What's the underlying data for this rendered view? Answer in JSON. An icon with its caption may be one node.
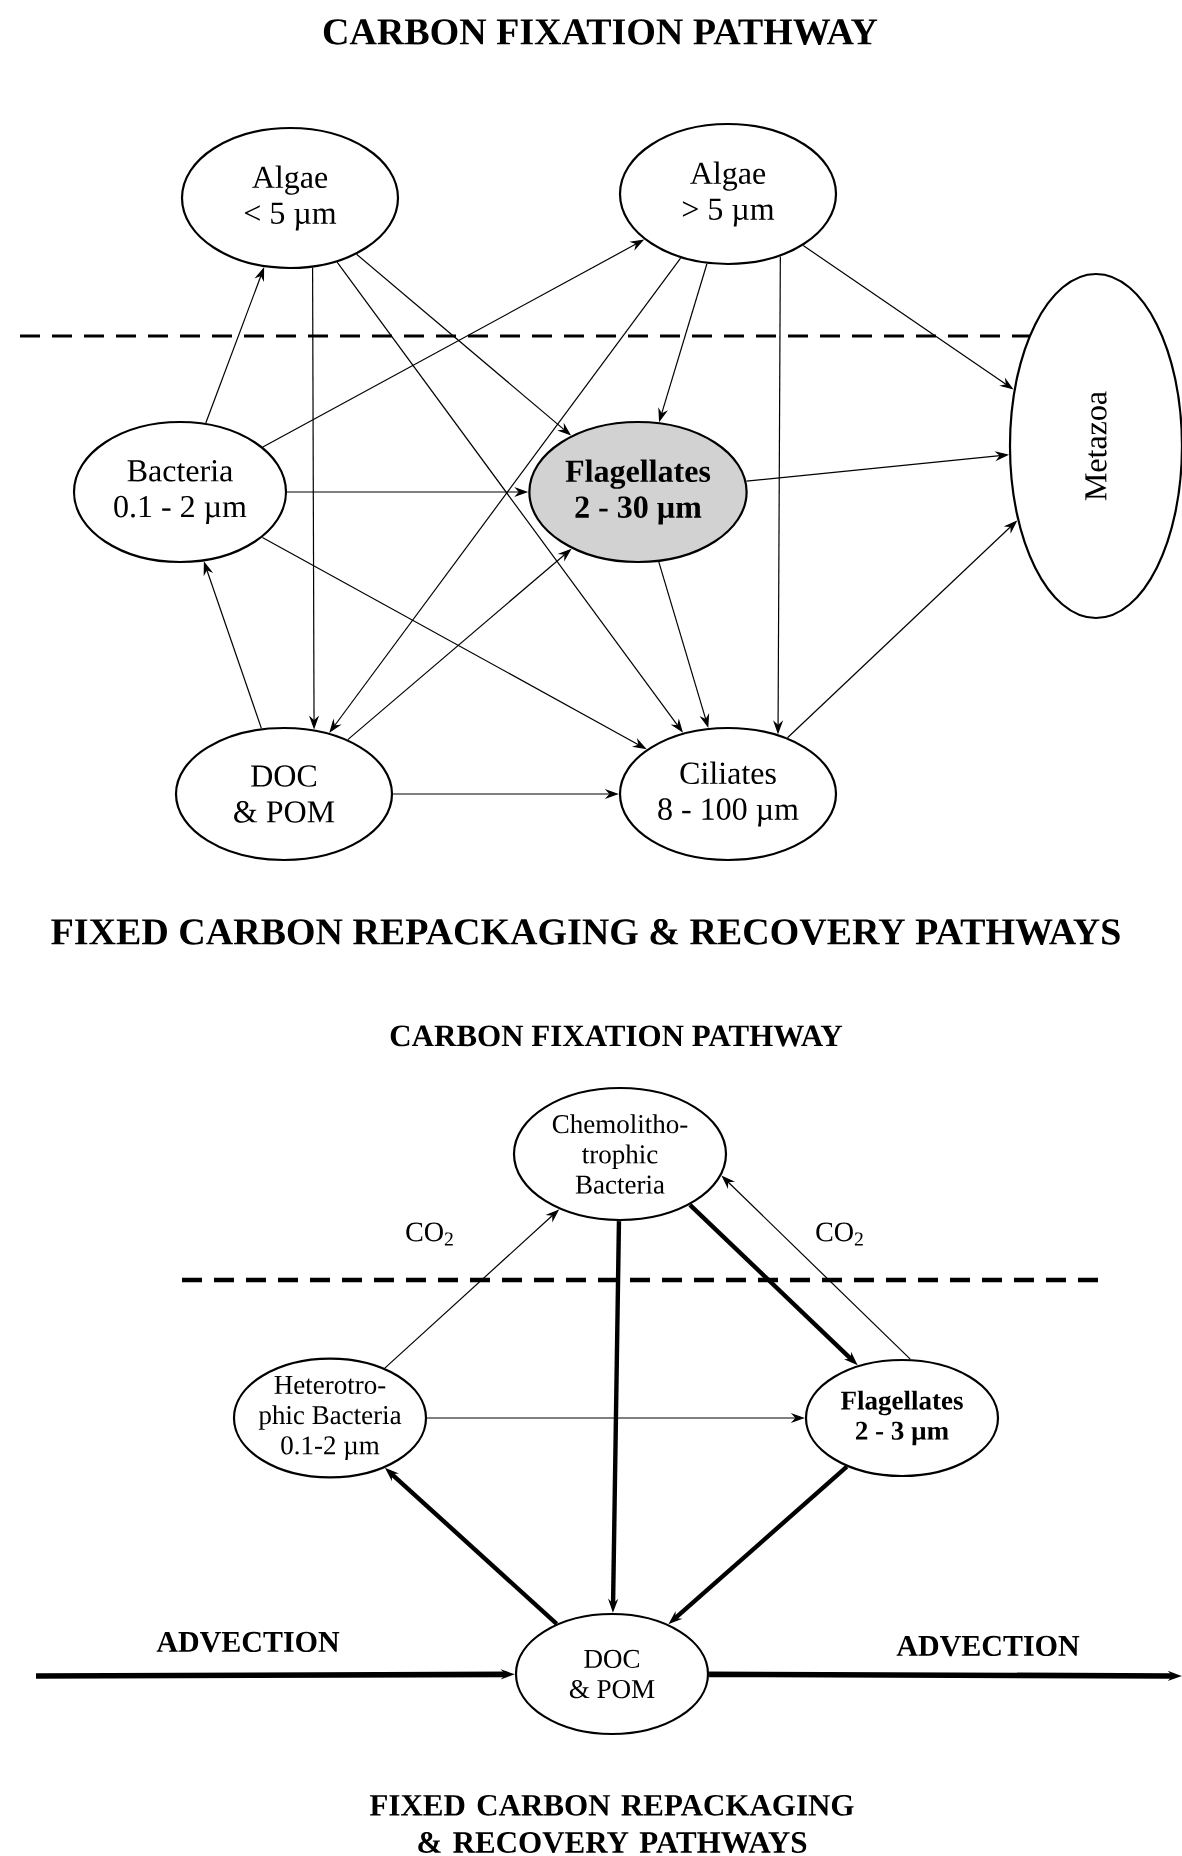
{
  "diagram": {
    "title": "CARBON FIXATION PATHWAY",
    "nodes": [
      {
        "text": [
          "Algae < 5 µm"
        ]
      },
      {
        "text": [
          "Algae > 5 µm"
        ]
      },
      {
        "text": [
          "Bacteria 0.1 - 2 µm"
        ]
      },
      {
        "text": [
          "Flagellates 2 - 30 µm"
        ]
      },
      {
        "text": [
          "Metazoa"
        ]
      },
      {
        "text": [
          "DOC & POM"
        ]
      },
      {
        "text": [
          "Ciliates 8 - 100 µm"
        ]
      },
      {
        "text": [
          "Chemolitho- trophic Bacteria"
        ]
      },
      {
        "text": [
          "Heterotro- phic Bacteria 0.1-2 µm"
        ]
      },
      {
        "text": [
          "Flagellates 2 - 3 µm"
        ]
      },
      {
        "text": [
          "DOC & POM"
        ]
      }
    ],
    "edges": [
      {
        "from": 2,
        "to": 0,
        "arrow": "to"
      },
      {
        "from": 2,
        "to": 1,
        "arrow": "to"
      },
      {
        "from": 0,
        "to": 3,
        "arrow": "to"
      },
      {
        "from": 0,
        "to": 5,
        "arrow": "to"
      },
      {
        "from": 0,
        "to": 6,
        "arrow": "to"
      },
      {
        "from": 1,
        "to": 3,
        "arrow": "to"
      },
      {
        "from": 1,
        "to": 5,
        "arrow": "to"
      },
      {
        "from": 1,
        "to": 6,
        "arrow": "to"
      },
      {
        "from": 1,
        "to": 4,
        "arrow": "to"
      },
      {
        "from": 2,
        "to": 3,
        "arrow": "to"
      },
      {
        "from": 2,
        "to": 6,
        "arrow": "to"
      },
      {
        "from": 3,
        "to": 4,
        "arrow": "to"
      },
      {
        "from": 3,
        "to": 6,
        "arrow": "to"
      },
      {
        "from": 5,
        "to": 2,
        "arrow": "to"
      },
      {
        "from": 5,
        "to": 3,
        "arrow": "to"
      },
      {
        "from": 5,
        "to": 6,
        "arrow": "to"
      },
      {
        "from": 6,
        "to": 4,
        "arrow": "to"
      },
      {
        "from": 8,
        "to": 7,
        "arrow": "to",
        "label": "CO$_{2}$"
      },
      {
        "from": 7,
        "to": 10,
        "arrow": "to",
        "style": "thick"
      },
      {
        "from": 7,
        "to": 9,
        "arrow": "to",
        "style": "thick"
      },
      {
        "from": 9,
        "to": 7,
        "arrow": "to",
        "label": "CO$_{2}$"
      },
      {
        "from": 8,
        "to": 9,
        "arrow": "to"
      },
      {
        "from": 10,
        "to": 8,
        "arrow": "to",
        "style": "thick"
      },
      {
        "from": 9,
        "to": 10,
        "arrow": "to",
        "style": "thick"
      },
      {
        "from": null,
        "to": 10,
        "arrow": "to",
        "style": "thick",
        "label": "ADVECTION"
      },
      {
        "from": 10,
        "to": null,
        "arrow": "to",
        "style": "thick",
        "label": "ADVECTION"
      }
    ],
    "labels": [
      "FIXED CARBON REPACKAGING & RECOVERY PATHWAYS",
      "CARBON FIXATION PATHWAY",
      "FIXED CARBON REPACKAGING & RECOVERY PATHWAYS"
    ]
  }
}
